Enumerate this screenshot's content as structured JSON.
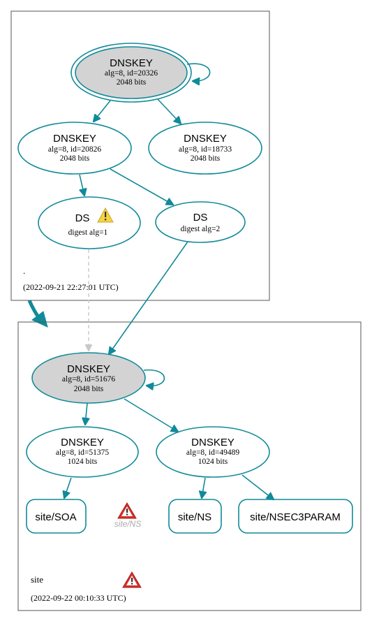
{
  "colors": {
    "accent": "#118a99",
    "ksk_fill": "#d3d3d3",
    "zone_border": "#555555",
    "warning_yellow": "#f5d442",
    "warning_red": "#d9302a",
    "missing_text": "#aaaaaa",
    "insecure_edge": "#c8c8c8"
  },
  "root_zone": {
    "name": ".",
    "timestamp": "(2022-09-21 22:27:01 UTC)",
    "ksk": {
      "title": "DNSKEY",
      "line1": "alg=8, id=20326",
      "line2": "2048 bits"
    },
    "zsk1": {
      "title": "DNSKEY",
      "line1": "alg=8, id=20826",
      "line2": "2048 bits"
    },
    "zsk2": {
      "title": "DNSKEY",
      "line1": "alg=8, id=18733",
      "line2": "2048 bits"
    },
    "ds1": {
      "title": "DS",
      "line1": "digest alg=1",
      "icon": "warning-icon"
    },
    "ds2": {
      "title": "DS",
      "line1": "digest alg=2"
    }
  },
  "site_zone": {
    "name": "site",
    "timestamp": "(2022-09-22 00:10:33 UTC)",
    "zone_icon": "error-icon",
    "ksk": {
      "title": "DNSKEY",
      "line1": "alg=8, id=51676",
      "line2": "2048 bits"
    },
    "zsk1": {
      "title": "DNSKEY",
      "line1": "alg=8, id=51375",
      "line2": "1024 bits"
    },
    "zsk2": {
      "title": "DNSKEY",
      "line1": "alg=8, id=49489",
      "line2": "1024 bits"
    },
    "rrsets": {
      "soa": "site/SOA",
      "ns": "site/NS",
      "nsec3param": "site/NSEC3PARAM"
    },
    "missing_ns": {
      "label": "site/NS",
      "icon": "error-icon"
    }
  }
}
